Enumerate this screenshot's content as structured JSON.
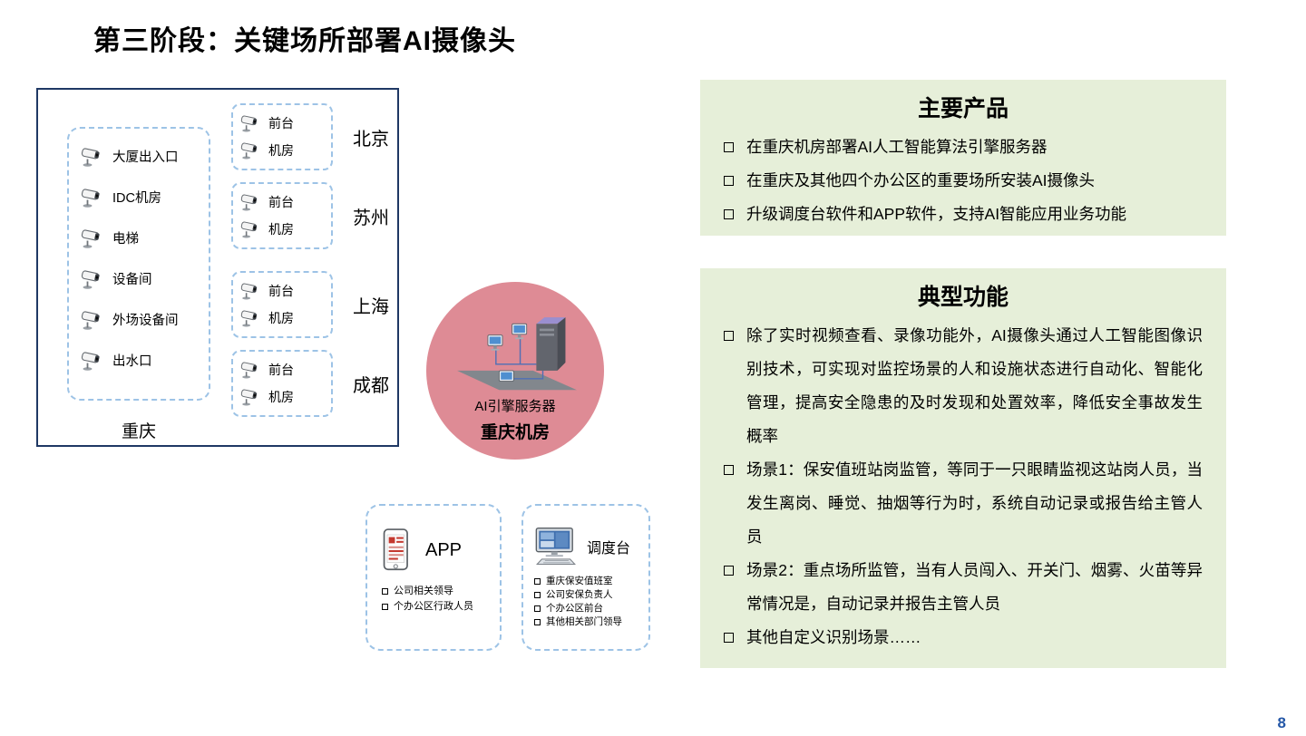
{
  "slide": {
    "title": "第三阶段：关键场所部署AI摄像头",
    "page_number": "8"
  },
  "diagram": {
    "chongqing_box": {
      "label": "重庆",
      "locations": [
        "大厦出入口",
        "IDC机房",
        "电梯",
        "设备间",
        "外场设备间",
        "出水口"
      ]
    },
    "branches": [
      {
        "city": "北京",
        "rooms": [
          "前台",
          "机房"
        ]
      },
      {
        "city": "苏州",
        "rooms": [
          "前台",
          "机房"
        ]
      },
      {
        "city": "上海",
        "rooms": [
          "前台",
          "机房"
        ]
      },
      {
        "city": "成都",
        "rooms": [
          "前台",
          "机房"
        ]
      }
    ],
    "server_circle": {
      "label": "AI引擎服务器",
      "sublabel": "重庆机房"
    },
    "app_box": {
      "label": "APP",
      "users": [
        "公司相关领导",
        "个办公区行政人员"
      ]
    },
    "dispatch_box": {
      "label": "调度台",
      "users": [
        "重庆保安值班室",
        "公司安保负责人",
        "个办公区前台",
        "其他相关部门领导"
      ]
    }
  },
  "panels": {
    "products": {
      "title": "主要产品",
      "items": [
        "在重庆机房部署AI人工智能算法引擎服务器",
        "在重庆及其他四个办公区的重要场所安装AI摄像头",
        "升级调度台软件和APP软件，支持AI智能应用业务功能"
      ]
    },
    "functions": {
      "title": "典型功能",
      "items": [
        "除了实时视频查看、录像功能外，AI摄像头通过人工智能图像识别技术，可实现对监控场景的人和设施状态进行自动化、智能化管理，提高安全隐患的及时发现和处置效率，降低安全事故发生概率",
        "场景1：保安值班站岗监管，等同于一只眼睛监视这站岗人员，当发生离岗、睡觉、抽烟等行为时，系统自动记录或报告给主管人员",
        "场景2：重点场所监管，当有人员闯入、开关门、烟雾、火苗等异常情况是，自动记录并报告主管人员",
        "其他自定义识别场景……"
      ]
    }
  },
  "colors": {
    "panel_green": "#E6EFD9",
    "circle_pink": "#DE8B95",
    "navy_border": "#1F3864",
    "dashed_blue": "#9DC3E6",
    "page_number_blue": "#2457A7"
  }
}
